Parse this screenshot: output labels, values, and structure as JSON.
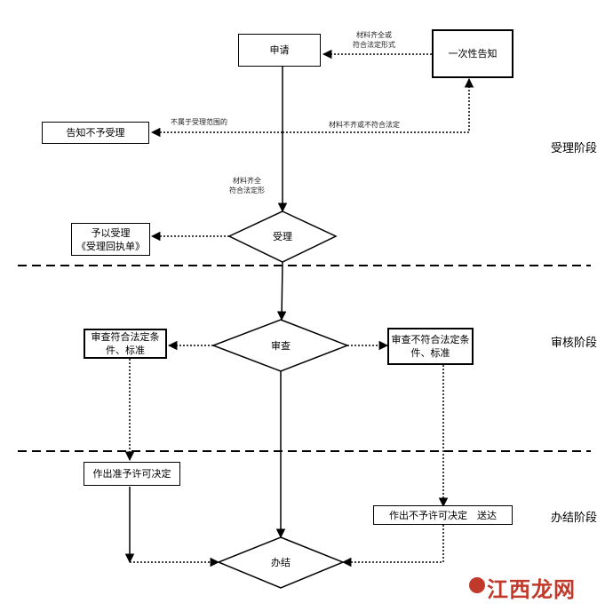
{
  "nodes": {
    "apply": "申请",
    "notify_once": "一次性告知",
    "notify_reject": "告知不予受理",
    "accept": "受理",
    "accept_receipt_line1": "予以受理",
    "accept_receipt_line2": "《受理回执单》",
    "review": "审查",
    "meets_line1": "审查符合法定条",
    "meets_line2": "件、标准",
    "not_meets_line1": "审查不符合法定条",
    "not_meets_line2": "件、标准",
    "grant": "作出准予许可决定",
    "deny": "作出不予许可决定　送达",
    "finish": "办结"
  },
  "edge_labels": {
    "incomplete_line1": "材料齐全或",
    "incomplete_line2": "符合法定形式",
    "out_of_scope": "不属于受理范围的",
    "incomplete_or_illegal": "材料不齐或不符合法定",
    "complete_line1": "材料齐全",
    "complete_line2": "符合法定形"
  },
  "stages": {
    "accept": "受理阶段",
    "review": "审核阶段",
    "finish": "办结阶段"
  },
  "watermark": {
    "text": "江西龙网"
  }
}
